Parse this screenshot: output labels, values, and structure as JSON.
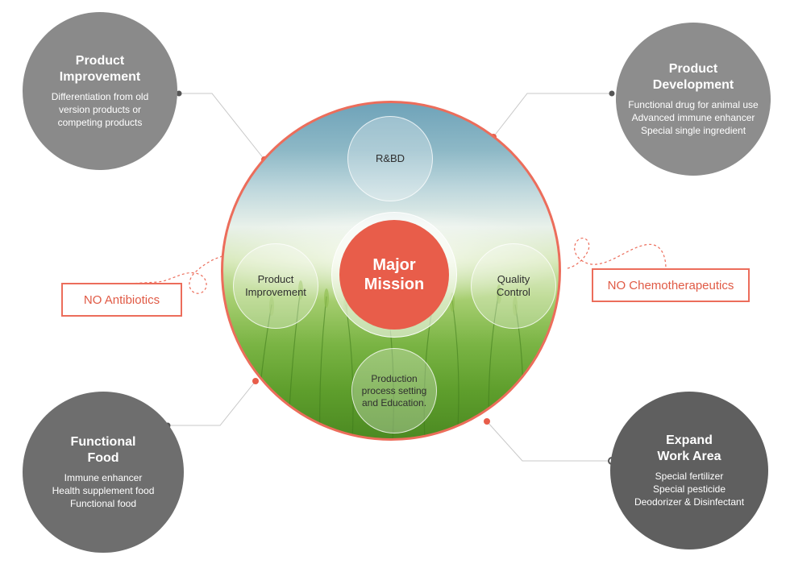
{
  "corners": {
    "top_left": {
      "title": [
        "Product",
        "Improvement"
      ],
      "lines": [
        "Differentiation from old",
        "version products or",
        "competing products"
      ]
    },
    "top_right": {
      "title": [
        "Product",
        "Development"
      ],
      "lines": [
        "Functional drug for animal use",
        "Advanced immune enhancer",
        "Special single ingredient"
      ]
    },
    "bottom_left": {
      "title": [
        "Functional",
        "Food"
      ],
      "lines": [
        "Immune enhancer",
        "Health supplement food",
        "Functional food"
      ]
    },
    "bottom_right": {
      "title": [
        "Expand",
        "Work Area"
      ],
      "lines": [
        "Special fertilizer",
        "Special pesticide",
        "Deodorizer & Disinfectant"
      ]
    }
  },
  "hub": {
    "center": [
      "Major",
      "Mission"
    ],
    "top": [
      "R&BD"
    ],
    "left": [
      "Product",
      "Improvement"
    ],
    "right": [
      "Quality",
      "Control"
    ],
    "bottom": [
      "Production",
      "process setting",
      "and Education."
    ]
  },
  "tags": {
    "left": "NO Antibiotics",
    "right": "NO Chemotherapeutics"
  },
  "colors": {
    "accent": "#ec6d5b",
    "center_fill": "#e85d4a",
    "corner_tl": "#8a8a8a",
    "corner_tr": "#8d8d8d",
    "corner_bl": "#6e6e6e",
    "corner_br": "#5f5f5f",
    "connector": "#c8c8c8"
  }
}
